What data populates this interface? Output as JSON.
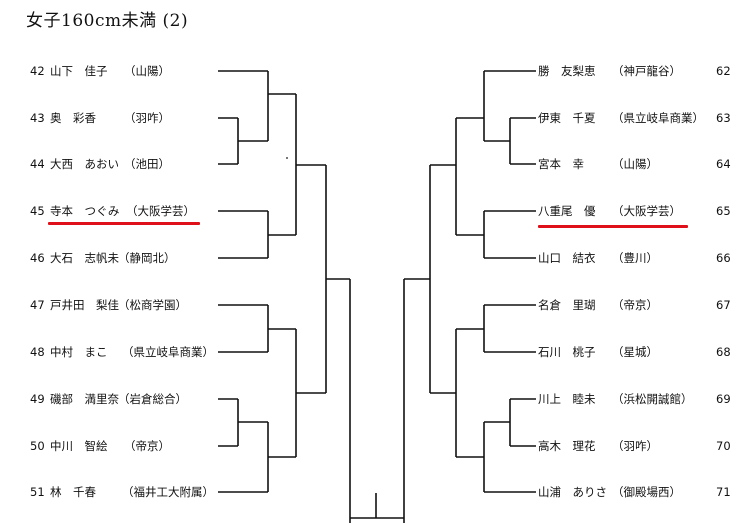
{
  "title": "女子160cm未満 (2)",
  "left_entries": [
    {
      "no": "42",
      "name": "山下　佳子",
      "school": "（山陽）"
    },
    {
      "no": "43",
      "name": "奥　彩香",
      "school": "（羽咋）"
    },
    {
      "no": "44",
      "name": "大西　あおい",
      "school": "（池田）"
    },
    {
      "no": "45",
      "name": "寺本　つぐみ",
      "school": "（大阪学芸）",
      "highlight": true
    },
    {
      "no": "46",
      "name": "大石　志帆未",
      "school": "（静岡北）"
    },
    {
      "no": "47",
      "name": "戸井田　梨佳",
      "school": "（松商学園）"
    },
    {
      "no": "48",
      "name": "中村　まこ",
      "school": "（県立岐阜商業）"
    },
    {
      "no": "49",
      "name": "磯部　満里奈",
      "school": "（岩倉総合）"
    },
    {
      "no": "50",
      "name": "中川　智絵",
      "school": "（帝京）"
    },
    {
      "no": "51",
      "name": "林　千春",
      "school": "（福井工大附属）"
    }
  ],
  "right_entries": [
    {
      "no": "62",
      "name": "勝　友梨恵",
      "school": "（神戸龍谷）"
    },
    {
      "no": "63",
      "name": "伊東　千夏",
      "school": "（県立岐阜商業）"
    },
    {
      "no": "64",
      "name": "宮本　幸",
      "school": "（山陽）"
    },
    {
      "no": "65",
      "name": "八重尾　優",
      "school": "（大阪学芸）",
      "highlight": true
    },
    {
      "no": "66",
      "name": "山口　結衣",
      "school": "（豊川）"
    },
    {
      "no": "67",
      "name": "名倉　里瑚",
      "school": "（帝京）"
    },
    {
      "no": "68",
      "name": "石川　桃子",
      "school": "（星城）"
    },
    {
      "no": "69",
      "name": "川上　睦未",
      "school": "（浜松開誠館）"
    },
    {
      "no": "70",
      "name": "高木　理花",
      "school": "（羽咋）"
    },
    {
      "no": "71",
      "name": "山浦　ありさ",
      "school": "（御殿場西）"
    }
  ],
  "highlight_color": "#e0101a",
  "line_color": "#111111"
}
